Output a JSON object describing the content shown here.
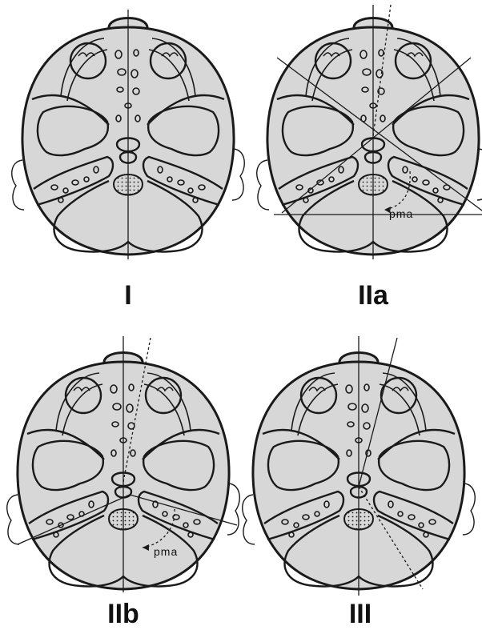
{
  "panels": [
    {
      "label": "I"
    },
    {
      "label": "IIa",
      "annotation": "pma"
    },
    {
      "label": "IIb",
      "annotation": "pma"
    },
    {
      "label": "III"
    }
  ],
  "colors": {
    "skull_fill": "#d7d7d7",
    "outline": "#1a1a1a",
    "background": "#ffffff"
  }
}
